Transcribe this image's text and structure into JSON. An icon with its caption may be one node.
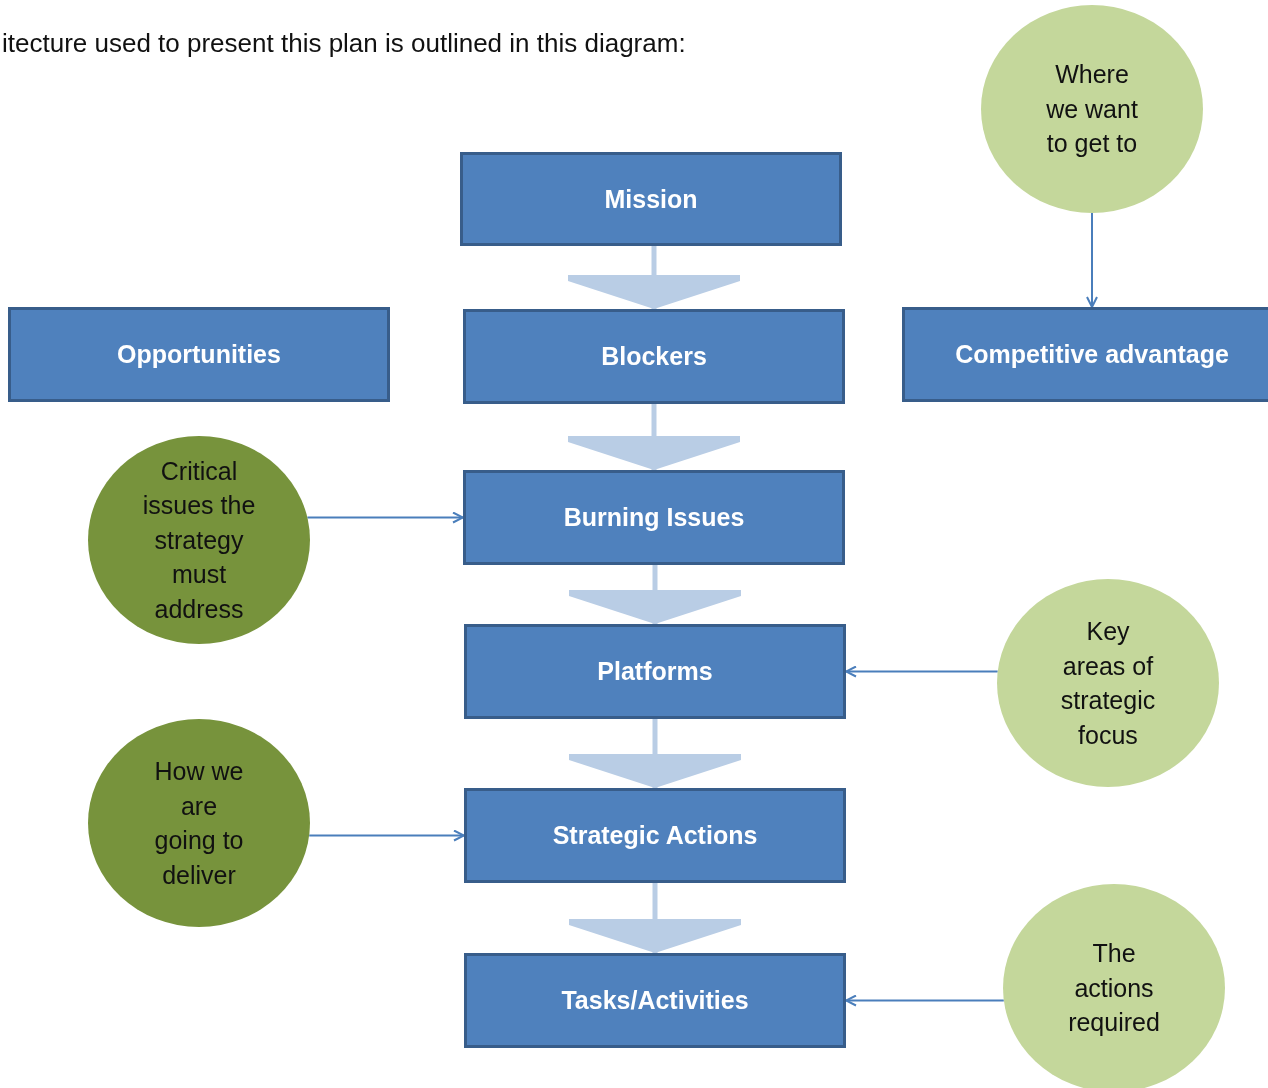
{
  "diagram": {
    "nodes": [
      {
        "text": [
          "Mission"
        ]
      },
      {
        "text": [
          "Where we want to get to"
        ]
      },
      {
        "text": [
          "Opportunities"
        ]
      },
      {
        "text": [
          "Blockers"
        ]
      },
      {
        "text": [
          "Competitive advantage"
        ]
      },
      {
        "text": [
          "Critical issues the strategy must address"
        ]
      },
      {
        "text": [
          "Burning Issues"
        ]
      },
      {
        "text": [
          "Platforms"
        ]
      },
      {
        "text": [
          "Key areas of strategic focus"
        ]
      },
      {
        "text": [
          "How we are going to deliver"
        ]
      },
      {
        "text": [
          "Strategic Actions"
        ]
      },
      {
        "text": [
          "Tasks/Activities"
        ]
      },
      {
        "text": [
          "The actions required"
        ]
      }
    ],
    "edges": [
      {
        "from": 0,
        "to": 3,
        "arrow": "to",
        "style": "thick",
        "color": "#b9cde5"
      },
      {
        "from": 3,
        "to": 6,
        "arrow": "to",
        "style": "thick",
        "color": "#b9cde5"
      },
      {
        "from": 6,
        "to": 7,
        "arrow": "to",
        "style": "thick",
        "color": "#b9cde5"
      },
      {
        "from": 7,
        "to": 10,
        "arrow": "to",
        "style": "thick",
        "color": "#b9cde5"
      },
      {
        "from": 10,
        "to": 11,
        "arrow": "to",
        "style": "thick",
        "color": "#b9cde5"
      },
      {
        "from": 1,
        "to": 4,
        "arrow": "to",
        "color": "#4a7ebb"
      },
      {
        "from": 5,
        "to": 6,
        "arrow": "to",
        "color": "#4a7ebb"
      },
      {
        "from": 8,
        "to": 7,
        "arrow": "to",
        "color": "#4a7ebb"
      },
      {
        "from": 9,
        "to": 10,
        "arrow": "to",
        "color": "#4a7ebb"
      },
      {
        "from": 12,
        "to": 11,
        "arrow": "to",
        "color": "#4a7ebb"
      }
    ],
    "labels": [
      "itecture used to present this plan is outlined in this diagram:"
    ]
  }
}
